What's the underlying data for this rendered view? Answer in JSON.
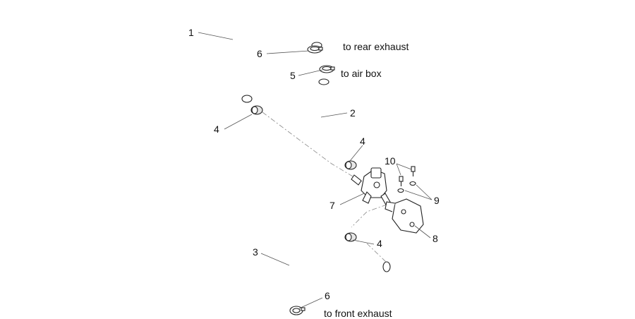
{
  "callouts": [
    {
      "number": "1"
    },
    {
      "number": "2"
    },
    {
      "number": "3"
    },
    {
      "number": "4"
    },
    {
      "number": "4"
    },
    {
      "number": "4"
    },
    {
      "number": "5"
    },
    {
      "number": "6"
    },
    {
      "number": "6"
    },
    {
      "number": "7"
    },
    {
      "number": "8"
    },
    {
      "number": "9"
    },
    {
      "number": "10"
    }
  ],
  "destinations": {
    "rear_exhaust": "to rear exhaust",
    "air_box": "to air box",
    "front_exhaust": "to front exhaust"
  }
}
